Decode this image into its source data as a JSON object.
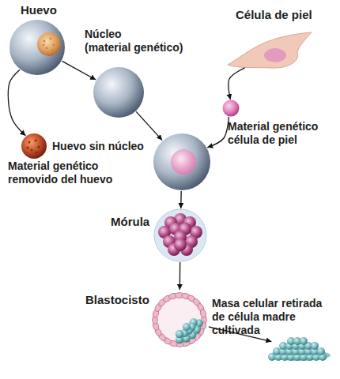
{
  "diagram": {
    "nodes": [
      {
        "text": [
          "Huevo"
        ]
      },
      {
        "text": [
          "Núcleo",
          "(material genético)"
        ],
        "in": 0
      },
      {
        "text": [
          "Célula de piel"
        ]
      },
      {
        "text": [
          "Material genético removido del huevo"
        ]
      },
      {
        "text": [
          "Huevo sin núcleo"
        ]
      },
      {
        "text": [
          "Material genético célula de piel"
        ]
      },
      {
        "text": []
      },
      {
        "text": [
          "Mórula"
        ]
      },
      {
        "text": [
          "Blastocisto"
        ]
      },
      {
        "text": [
          "Masa celular retirada de célula madre cultivada"
        ]
      }
    ],
    "edges": [
      {
        "from": 0,
        "to": 3,
        "arrow": "to"
      },
      {
        "from": 0,
        "to": 4,
        "arrow": "to"
      },
      {
        "from": 4,
        "to": 6,
        "arrow": "to"
      },
      {
        "from": 2,
        "to": 5,
        "arrow": "to"
      },
      {
        "from": 5,
        "to": 6,
        "arrow": "to"
      },
      {
        "from": 6,
        "to": 7,
        "arrow": "to"
      },
      {
        "from": 7,
        "to": 8,
        "arrow": "to"
      },
      {
        "from": 8,
        "to": 9,
        "arrow": "to"
      }
    ]
  }
}
